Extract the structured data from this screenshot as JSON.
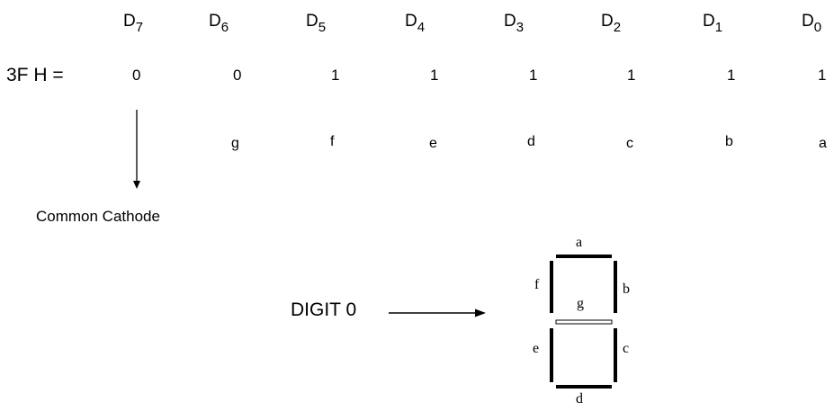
{
  "bit_headers": [
    {
      "base": "D",
      "sub": "7"
    },
    {
      "base": "D",
      "sub": "6"
    },
    {
      "base": "D",
      "sub": "5"
    },
    {
      "base": "D",
      "sub": "4"
    },
    {
      "base": "D",
      "sub": "3"
    },
    {
      "base": "D",
      "sub": "2"
    },
    {
      "base": "D",
      "sub": "1"
    },
    {
      "base": "D",
      "sub": "0"
    }
  ],
  "hex_label": "3F H  =",
  "bit_values": [
    "0",
    "0",
    "1",
    "1",
    "1",
    "1",
    "1",
    "1"
  ],
  "segment_map": [
    "g",
    "f",
    "e",
    "d",
    "c",
    "b",
    "a"
  ],
  "common_cathode_label": "Common Cathode",
  "digit_label": "DIGIT 0",
  "display": {
    "segment_a": "a",
    "segment_b": "b",
    "segment_c": "c",
    "segment_d": "d",
    "segment_e": "e",
    "segment_f": "f",
    "segment_g": "g"
  }
}
